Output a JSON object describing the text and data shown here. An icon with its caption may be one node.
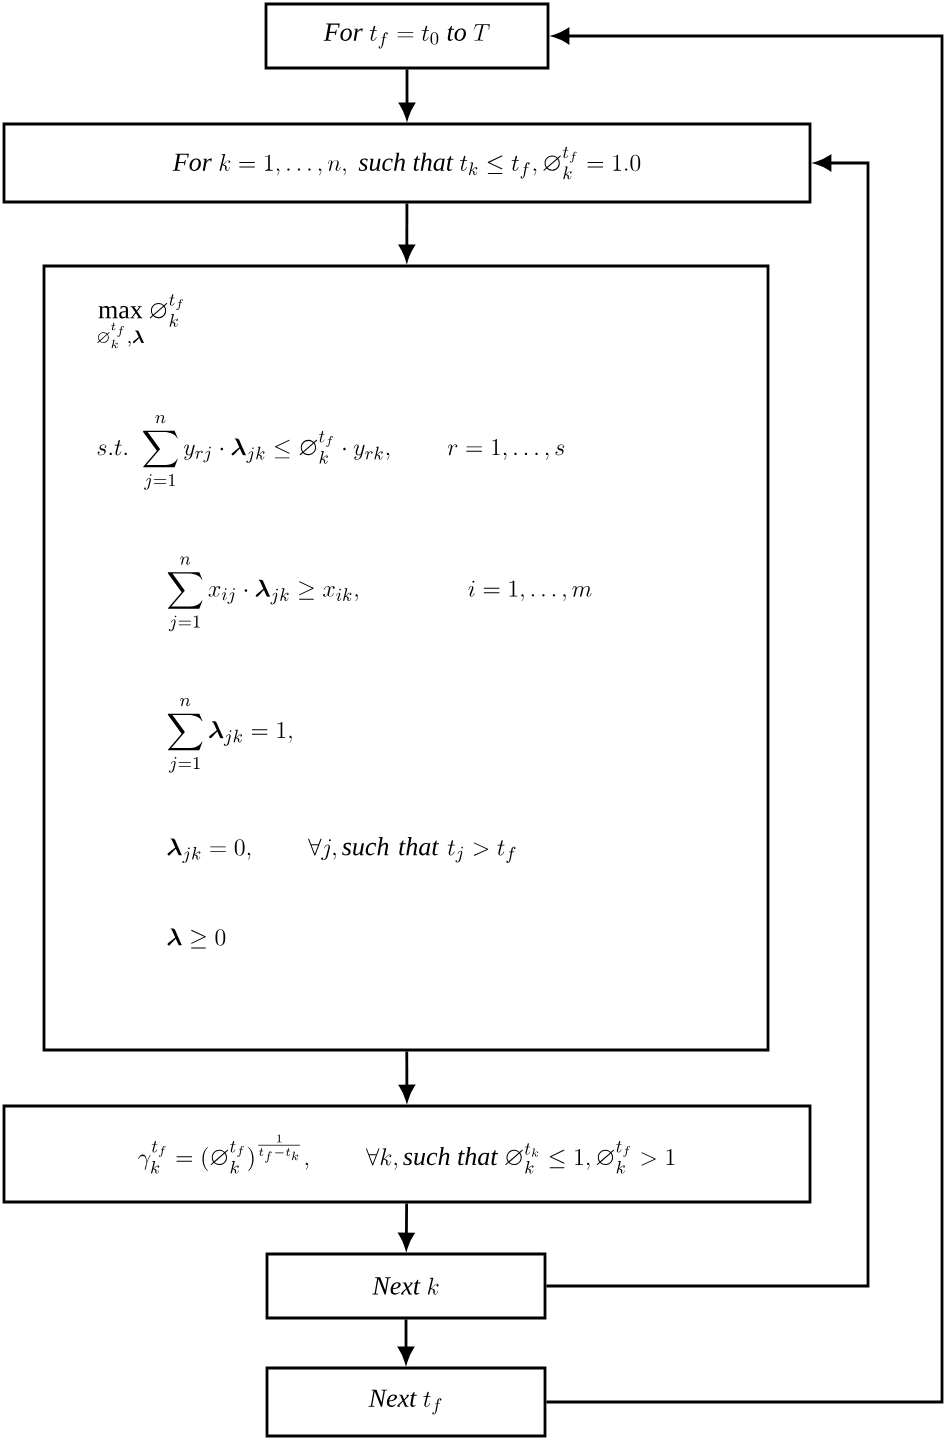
{
  "diagram": {
    "nodes": [
      {
        "text": [
          "\\mathit{For}\\ t_f = t_0\\ \\mathit{to}\\ T"
        ]
      },
      {
        "text": [
          "\\mathit{For}\\ k = 1, \\dots, n,\\ \\mathit{such\\ that}\\ t_k \\le t_f, \\varnothing_k^{t_f} = 1.0"
        ]
      },
      {
        "text": [
          "\\max_{\\varnothing_k^{t_f},\\boldsymbol{\\lambda}} \\varnothing_k^{t_f}",
          "s.t.\\ \\sum_{j=1}^{n} y_{rj} \\cdot \\boldsymbol{\\lambda}_{jk} \\le \\varnothing_k^{t_f} \\cdot y_{rk}, \\qquad r = 1, \\dots, s",
          "\\sum_{j=1}^{n} x_{ij} \\cdot \\boldsymbol{\\lambda}_{jk} \\ge x_{ik}, \\qquad\\qquad i = 1, \\dots, m",
          "\\sum_{j=1}^{n} \\boldsymbol{\\lambda}_{jk} = 1,",
          "\\boldsymbol{\\lambda}_{jk} = 0, \\qquad \\forall j, \\mathit{such\\ that}\\ t_j > t_f",
          "\\boldsymbol{\\lambda} \\ge 0"
        ]
      },
      {
        "text": [
          "\\gamma_k^{t_f} = (\\varnothing_k^{t_f})^{\\frac{1}{t_f - t_k}}, \\qquad \\forall k, \\mathit{such\\ that}\\ \\varnothing_k^{t_k} \\le 1, \\varnothing_k^{t_f} > 1"
        ]
      },
      {
        "text": [
          "\\mathit{Next}\\ k"
        ]
      },
      {
        "text": [
          "\\mathit{Next}\\ t_f"
        ]
      }
    ],
    "edges": [
      {
        "from": 0,
        "to": 1,
        "arrow": "to"
      },
      {
        "from": 1,
        "to": 2,
        "arrow": "to"
      },
      {
        "from": 2,
        "to": 3,
        "arrow": "to"
      },
      {
        "from": 3,
        "to": 4,
        "arrow": "to"
      },
      {
        "from": 4,
        "to": 5,
        "arrow": "to"
      },
      {
        "from": 4,
        "to": 1,
        "arrow": "to"
      },
      {
        "from": 5,
        "to": 0,
        "arrow": "to"
      }
    ]
  }
}
